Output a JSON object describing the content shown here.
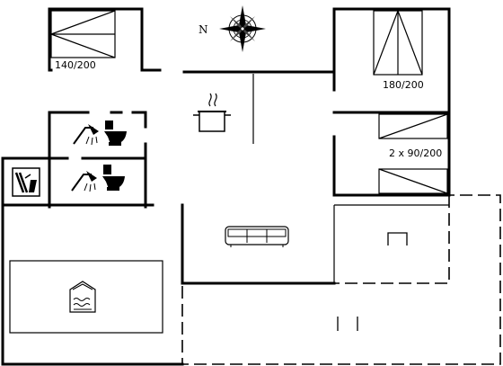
{
  "compass": {
    "label": "N"
  },
  "rooms": {
    "bedroom_1": {
      "bed_label": "140/200"
    },
    "bedroom_2": {
      "bed_label": "180/200"
    },
    "bedroom_3": {
      "bed_label": "2 x 90/200"
    }
  },
  "icons": {
    "kitchen": "stove-pot-icon",
    "bathroom": "shower-toilet-icon",
    "utility": "laundry-icon",
    "living": "sofa-icon",
    "pool": "pool-icon",
    "terrace": "furniture-icon"
  }
}
